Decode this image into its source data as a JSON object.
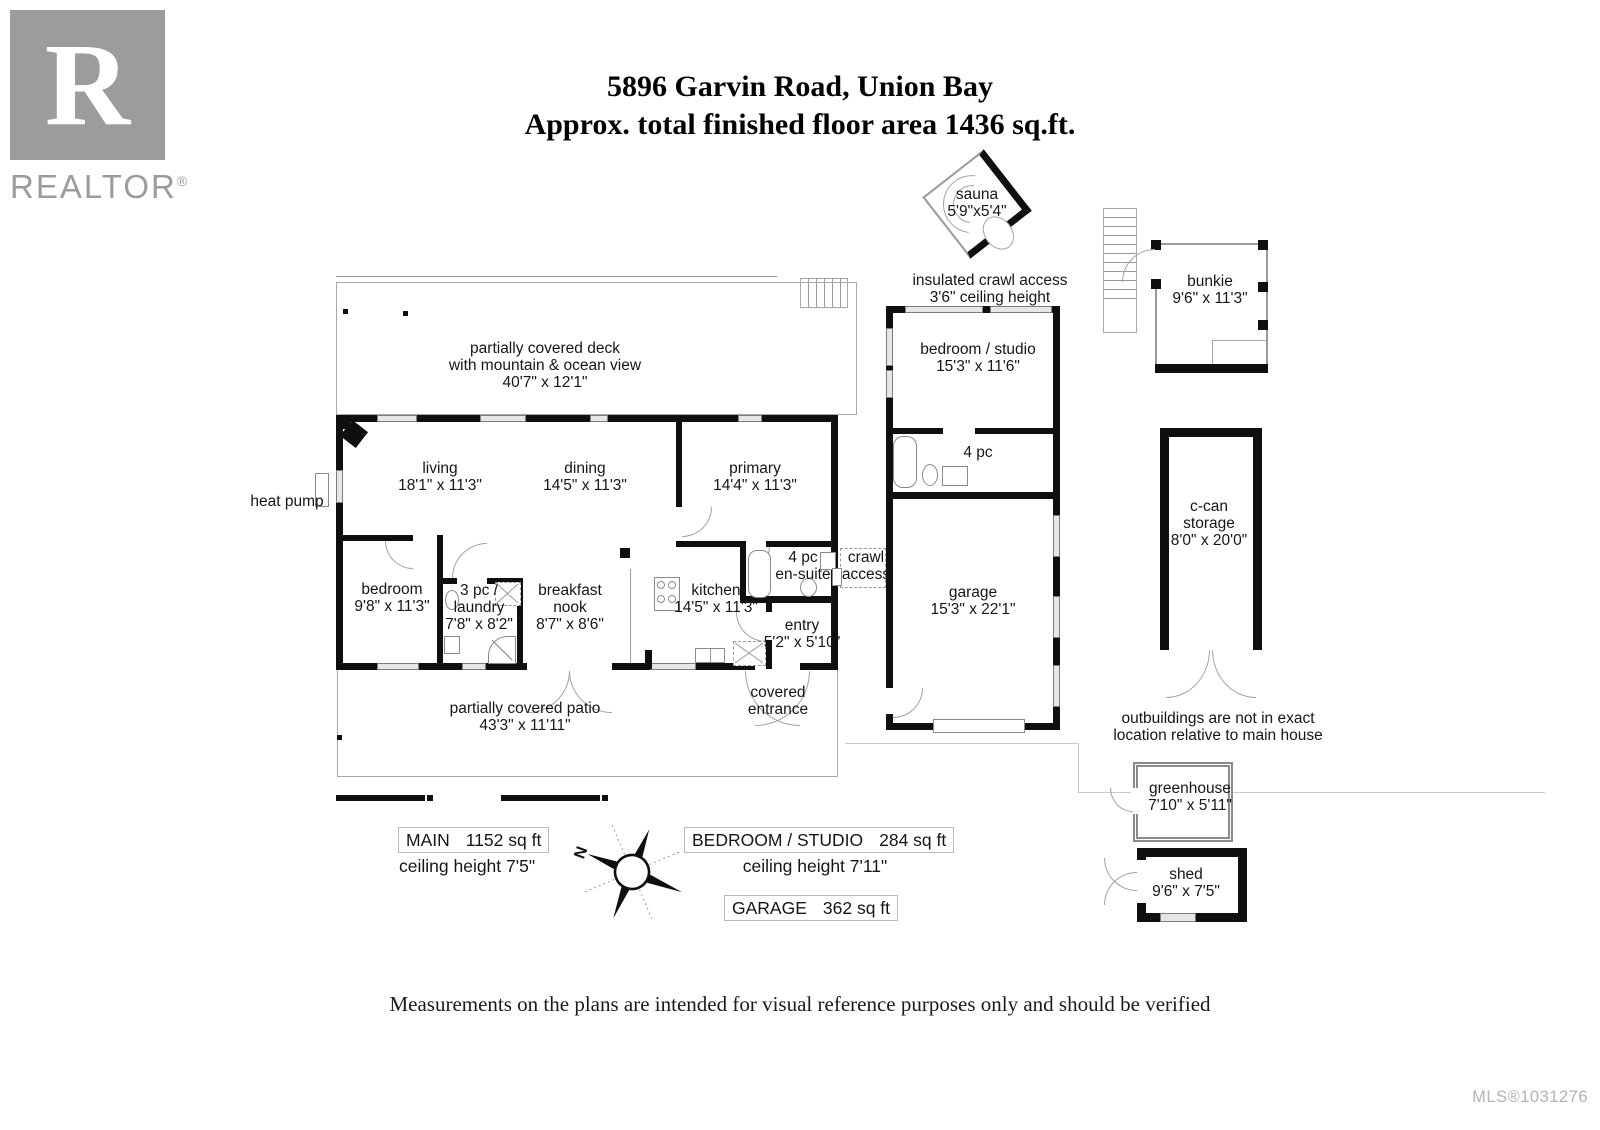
{
  "header": {
    "title1": "5896 Garvin Road, Union Bay",
    "title2": "Approx. total finished floor area 1436 sq.ft."
  },
  "logo": {
    "r": "R",
    "word": "REALTOR",
    "reg": "®"
  },
  "labels": {
    "deck1": "partially covered deck",
    "deck2": "with mountain & ocean view",
    "deck3": "40'7\" x 12'1\"",
    "living1": "living",
    "living2": "18'1\" x 11'3\"",
    "dining1": "dining",
    "dining2": "14'5\" x 11'3\"",
    "primary1": "primary",
    "primary2": "14'4\" x 11'3\"",
    "heatpump": "heat pump",
    "bedroom1": "bedroom",
    "bedroom2": "9'8\" x 11'3\"",
    "laundry1": "3 pc /",
    "laundry2": "laundry",
    "laundry3": "7'8\" x 8'2\"",
    "nook1": "breakfast",
    "nook2": "nook",
    "nook3": "8'7\" x 8'6\"",
    "kitchen1": "kitchen",
    "kitchen2": "14'5\" x 11'3\"",
    "ensuite1": "4 pc",
    "ensuite2": "en-suite",
    "crawl1": "crawl",
    "crawl2": "access",
    "entry1": "entry",
    "entry2": "5'2\" x 5'10\"",
    "covered1": "covered",
    "covered2": "entrance",
    "patio1": "partially covered patio",
    "patio2": "43'3\" x 11'11\"",
    "sauna1": "sauna",
    "sauna2": "5'9\"x5'4\"",
    "crawlnote1": "insulated crawl access",
    "crawlnote2": "3'6\" ceiling height",
    "bedstudio1": "bedroom / studio",
    "bedstudio2": "15'3\" x 11'6\"",
    "fourpc": "4 pc",
    "garage1": "garage",
    "garage2": "15'3\" x 22'1\"",
    "bunkie1": "bunkie",
    "bunkie2": "9'6\" x 11'3\"",
    "ccan1": "c-can",
    "ccan2": "storage",
    "ccan3": "8'0\" x 20'0\"",
    "outnote1": "outbuildings are not in exact",
    "outnote2": "location relative to main house",
    "greenhouse1": "greenhouse",
    "greenhouse2": "7'10\" x 5'11\"",
    "shed1": "shed",
    "shed2": "9'6\" x 7'5\""
  },
  "areas": {
    "main_label": "MAIN",
    "main_sqft": "1152 sq ft",
    "main_ceiling": "ceiling height 7'5\"",
    "bs_label": "BEDROOM / STUDIO",
    "bs_sqft": "284 sq ft",
    "bs_ceiling": "ceiling height 7'11\"",
    "garage_label": "GARAGE",
    "garage_sqft": "362 sq ft"
  },
  "compass": {
    "n": "N"
  },
  "footer": {
    "disclaimer": "Measurements on the plans are intended for visual reference purposes only and should be verified",
    "mls": "MLS®1031276"
  },
  "colors": {
    "wall": "#0f0f0f",
    "logo_gray": "#9c9c9c",
    "window_fill": "#e6e6e6",
    "mls_gray": "#b3b3b3"
  }
}
